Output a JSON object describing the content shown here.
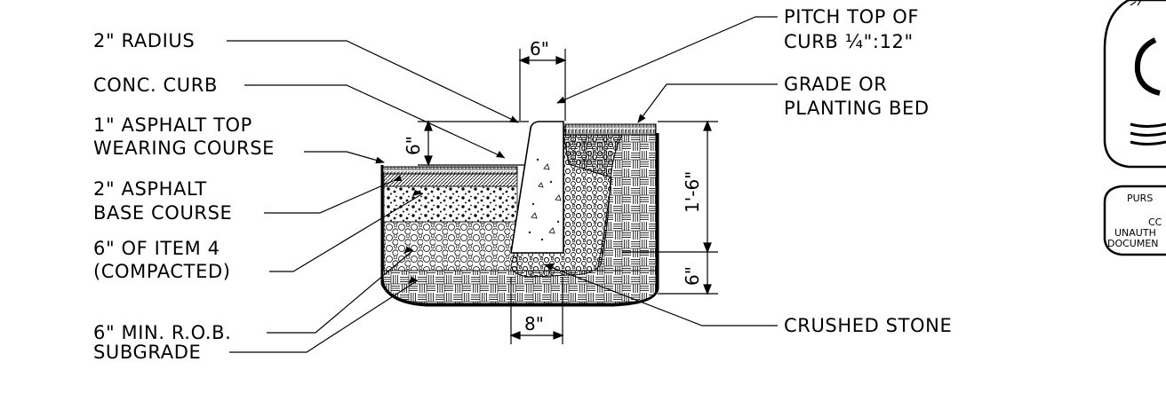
{
  "labels": {
    "radius": "2\" RADIUS",
    "conc_curb": "CONC. CURB",
    "asphalt_top_1": "1\" ASPHALT TOP",
    "asphalt_top_2": "WEARING COURSE",
    "asphalt_base_1": "2\" ASPHALT",
    "asphalt_base_2": "BASE COURSE",
    "item4_1": "6\" OF ITEM 4",
    "item4_2": "(COMPACTED)",
    "rob": "6\" MIN. R.O.B.",
    "subgrade": "SUBGRADE",
    "pitch_1": "PITCH TOP OF",
    "pitch_2": "CURB ¼\":12\"",
    "grade_1": "GRADE OR",
    "grade_2": "PLANTING BED",
    "crushed_stone": "CRUSHED STONE"
  },
  "dimensions": {
    "curb_top_width": "6\"",
    "curb_reveal": "6\"",
    "curb_height": "1'-6\"",
    "curb_base_depth": "6\"",
    "curb_bottom_width": "8\""
  },
  "stamp": {
    "line_1": "PURS",
    "line_2": "CC",
    "line_3": "UNAUTH",
    "line_4": "DOCUMEN"
  },
  "colors": {
    "ink": "#000000",
    "background": "#ffffff"
  }
}
